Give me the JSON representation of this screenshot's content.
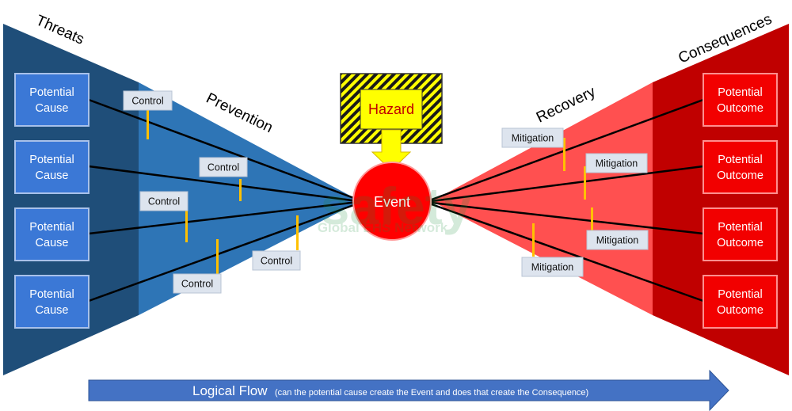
{
  "sections": {
    "threats": "Threats",
    "prevention": "Prevention",
    "recovery": "Recovery",
    "consequences": "Consequences"
  },
  "causes": [
    [
      "Potential",
      "Cause"
    ],
    [
      "Potential",
      "Cause"
    ],
    [
      "Potential",
      "Cause"
    ],
    [
      "Potential",
      "Cause"
    ]
  ],
  "outcomes": [
    [
      "Potential",
      "Outcome"
    ],
    [
      "Potential",
      "Outcome"
    ],
    [
      "Potential",
      "Outcome"
    ],
    [
      "Potential",
      "Outcome"
    ]
  ],
  "controls": [
    "Control",
    "Control",
    "Control",
    "Control",
    "Control"
  ],
  "mitigations": [
    "Mitigation",
    "Mitigation",
    "Mitigation",
    "Mitigation"
  ],
  "hazard": "Hazard",
  "event": "Event",
  "flow": {
    "main": "Logical Flow",
    "sub": "(can the potential cause create the Event and does that create the Consequence)"
  },
  "watermark": {
    "line1": "safety",
    "line2": "Global EHS Network"
  },
  "colors": {
    "threats": "#1f4e79",
    "prevention": "#2e75b6",
    "recovery": "#ff5050",
    "consequences": "#c00000",
    "cause_box": "#3b78d6",
    "outcome_box": "#f20000",
    "event": "#ff0000",
    "hazard": "#ffff00",
    "control_bar": "#ffc000",
    "flow_arrow": "#4472c4"
  }
}
